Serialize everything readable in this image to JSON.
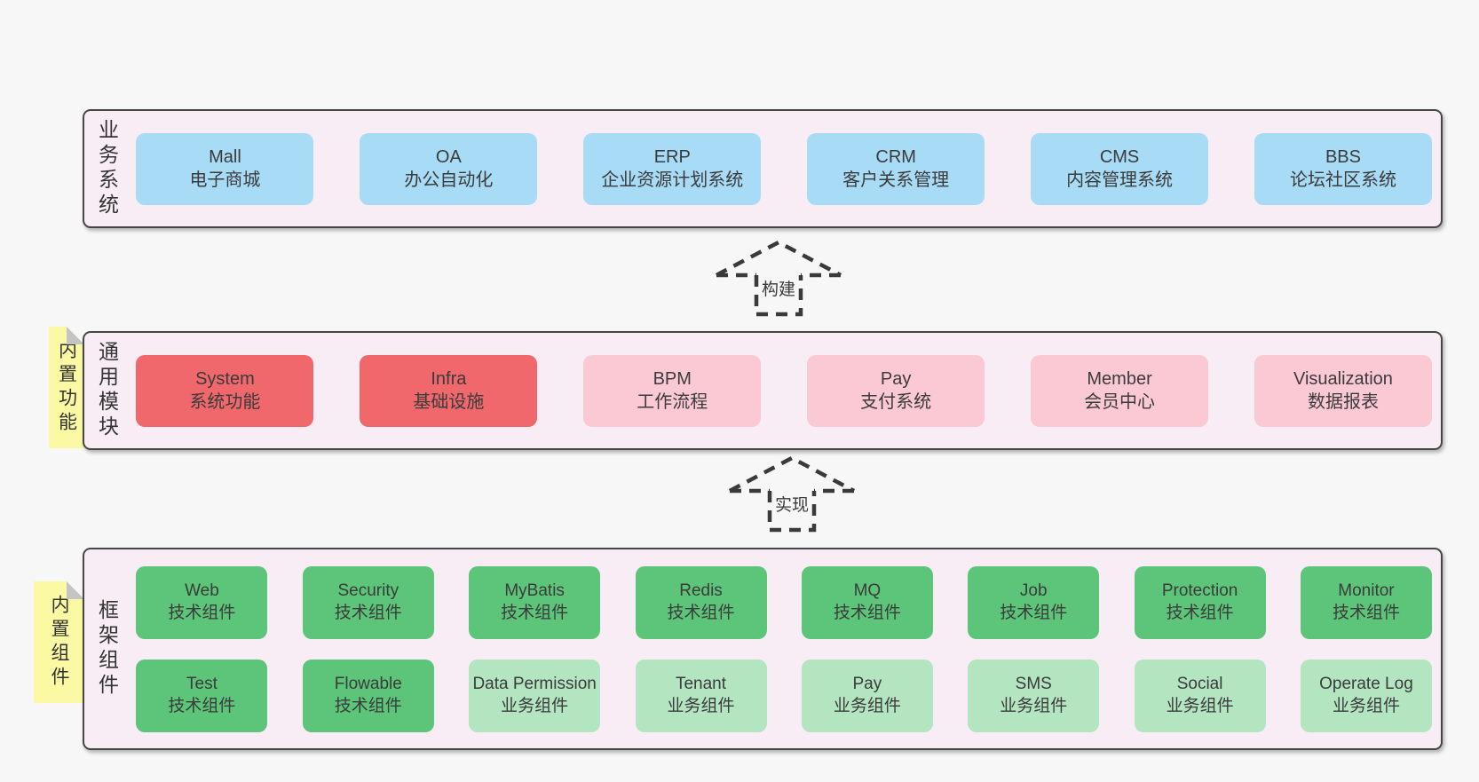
{
  "diagram": {
    "palette": {
      "page_bg": "#f7f7f7",
      "band_bg": "#f8edf5",
      "band_border": "#464646",
      "blue_box": "#a8dbf5",
      "red_box": "#f0686c",
      "pink_box": "#fbc9d4",
      "green_box": "#5dc579",
      "light_green_box": "#b3e5c1",
      "sticky_yellow": "#fbf9a3",
      "sticky_fold_gray": "#c4c4c4",
      "text": "#3b3b3b"
    },
    "arrows": [
      {
        "label": "构建"
      },
      {
        "label": "实现"
      }
    ],
    "bands": {
      "business": {
        "label": "业务系统",
        "boxes": [
          {
            "name": "Mall",
            "desc": "电子商城",
            "variant": "blue"
          },
          {
            "name": "OA",
            "desc": "办公自动化",
            "variant": "blue"
          },
          {
            "name": "ERP",
            "desc": "企业资源计划系统",
            "variant": "blue"
          },
          {
            "name": "CRM",
            "desc": "客户关系管理",
            "variant": "blue"
          },
          {
            "name": "CMS",
            "desc": "内容管理系统",
            "variant": "blue"
          },
          {
            "name": "BBS",
            "desc": "论坛社区系统",
            "variant": "blue"
          }
        ]
      },
      "modules": {
        "label": "通用模块",
        "sticky": "内置功能",
        "boxes": [
          {
            "name": "System",
            "desc": "系统功能",
            "variant": "red"
          },
          {
            "name": "Infra",
            "desc": "基础设施",
            "variant": "red"
          },
          {
            "name": "BPM",
            "desc": "工作流程",
            "variant": "pink"
          },
          {
            "name": "Pay",
            "desc": "支付系统",
            "variant": "pink"
          },
          {
            "name": "Member",
            "desc": "会员中心",
            "variant": "pink"
          },
          {
            "name": "Visualization",
            "desc": "数据报表",
            "variant": "pink"
          }
        ]
      },
      "components": {
        "label": "框架组件",
        "sticky": "内置组件",
        "row1": [
          {
            "name": "Web",
            "desc": "技术组件",
            "variant": "green"
          },
          {
            "name": "Security",
            "desc": "技术组件",
            "variant": "green"
          },
          {
            "name": "MyBatis",
            "desc": "技术组件",
            "variant": "green"
          },
          {
            "name": "Redis",
            "desc": "技术组件",
            "variant": "green"
          },
          {
            "name": "MQ",
            "desc": "技术组件",
            "variant": "green"
          },
          {
            "name": "Job",
            "desc": "技术组件",
            "variant": "green"
          },
          {
            "name": "Protection",
            "desc": "技术组件",
            "variant": "green"
          },
          {
            "name": "Monitor",
            "desc": "技术组件",
            "variant": "green"
          }
        ],
        "row2": [
          {
            "name": "Test",
            "desc": "技术组件",
            "variant": "green"
          },
          {
            "name": "Flowable",
            "desc": "技术组件",
            "variant": "green"
          },
          {
            "name": "Data Permission",
            "desc": "业务组件",
            "variant": "lightgreen"
          },
          {
            "name": "Tenant",
            "desc": "业务组件",
            "variant": "lightgreen"
          },
          {
            "name": "Pay",
            "desc": "业务组件",
            "variant": "lightgreen"
          },
          {
            "name": "SMS",
            "desc": "业务组件",
            "variant": "lightgreen"
          },
          {
            "name": "Social",
            "desc": "业务组件",
            "variant": "lightgreen"
          },
          {
            "name": "Operate Log",
            "desc": "业务组件",
            "variant": "lightgreen"
          }
        ]
      }
    }
  }
}
